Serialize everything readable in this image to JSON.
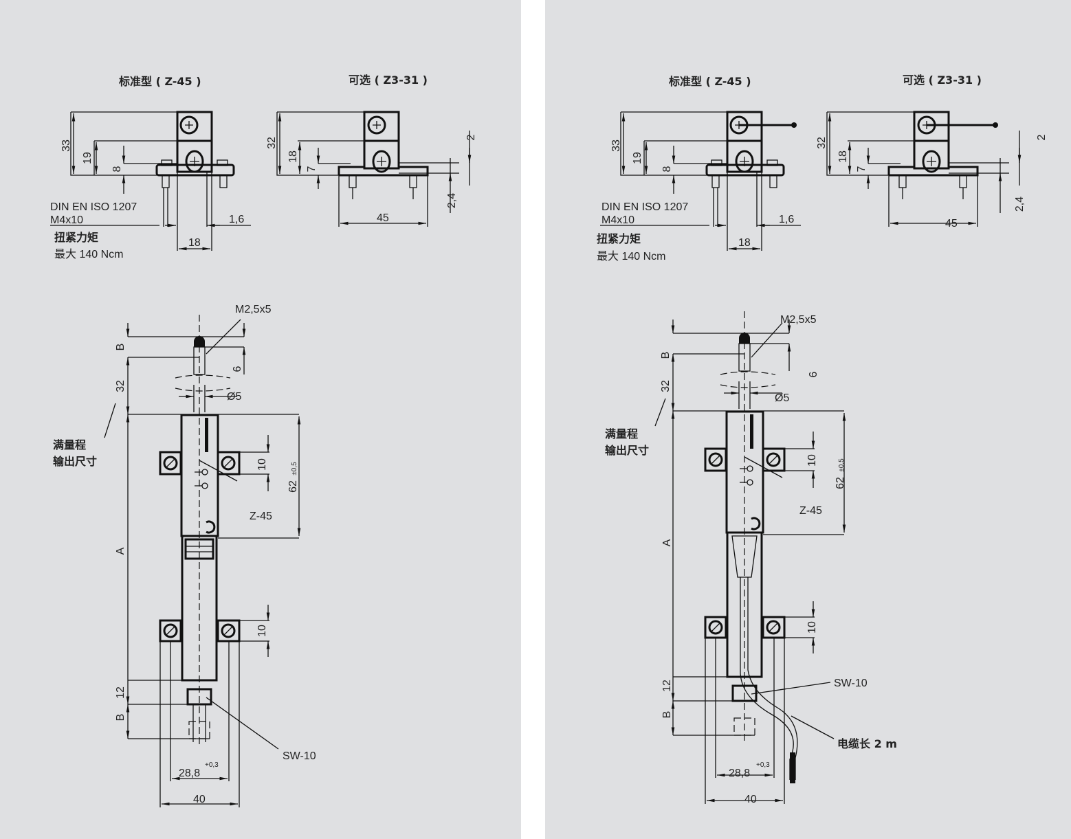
{
  "left": {
    "mount_standard_title": "标准型 ( Z-45 )",
    "mount_optional_title": "可选 ( Z3-31 )",
    "dim_33": "33",
    "dim_19": "19",
    "dim_8": "8",
    "dim_18_top": "18",
    "dim_1_6": "1,6",
    "screw_std": "DIN EN ISO 1207",
    "screw_size": "M4x10",
    "torque_label": "扭紧力矩",
    "torque_value": "最大 140 Ncm",
    "dim_32": "32",
    "dim_18_opt": "18",
    "dim_7": "7",
    "dim_45": "45",
    "dim_2": "2",
    "dim_2_4": "2,4",
    "thread": "M2,5x5",
    "dim_B_top": "B",
    "dim_6": "6",
    "dim_32_side": "32",
    "dim_phi5": "Ø5",
    "full_scale_1": "满量程",
    "full_scale_2": "输出尺寸",
    "dim_10_a": "10",
    "dim_62": "62",
    "dim_62_tol": "±0,5",
    "clamp": "Z-45",
    "dim_A": "A",
    "dim_10_b": "10",
    "dim_12": "12",
    "dim_B_bot": "B",
    "wrench": "SW-10",
    "dim_28_8": "28,8",
    "dim_28_8_tol": "+0,3",
    "dim_40": "40"
  },
  "right": {
    "mount_standard_title": "标准型 ( Z-45 )",
    "mount_optional_title": "可选 ( Z3-31 )",
    "dim_33": "33",
    "dim_19": "19",
    "dim_8": "8",
    "dim_18_top": "18",
    "dim_1_6": "1,6",
    "screw_std": "DIN EN ISO 1207",
    "screw_size": "M4x10",
    "torque_label": "扭紧力矩",
    "torque_value": "最大 140 Ncm",
    "dim_32": "32",
    "dim_18_opt": "18",
    "dim_7": "7",
    "dim_45": "45",
    "dim_2": "2",
    "dim_2_4": "2,4",
    "thread": "M2,5x5",
    "dim_B_top": "B",
    "dim_6": "6",
    "dim_32_side": "32",
    "dim_phi5": "Ø5",
    "full_scale_1": "满量程",
    "full_scale_2": "输出尺寸",
    "dim_10_a": "10",
    "dim_62": "62",
    "dim_62_tol": "±0,5",
    "clamp": "Z-45",
    "dim_A": "A",
    "dim_10_b": "10",
    "dim_12": "12",
    "dim_B_bot": "B",
    "wrench": "SW-10",
    "dim_28_8": "28,8",
    "dim_28_8_tol": "+0,3",
    "dim_40": "40",
    "cable": "电缆长 2 m"
  }
}
